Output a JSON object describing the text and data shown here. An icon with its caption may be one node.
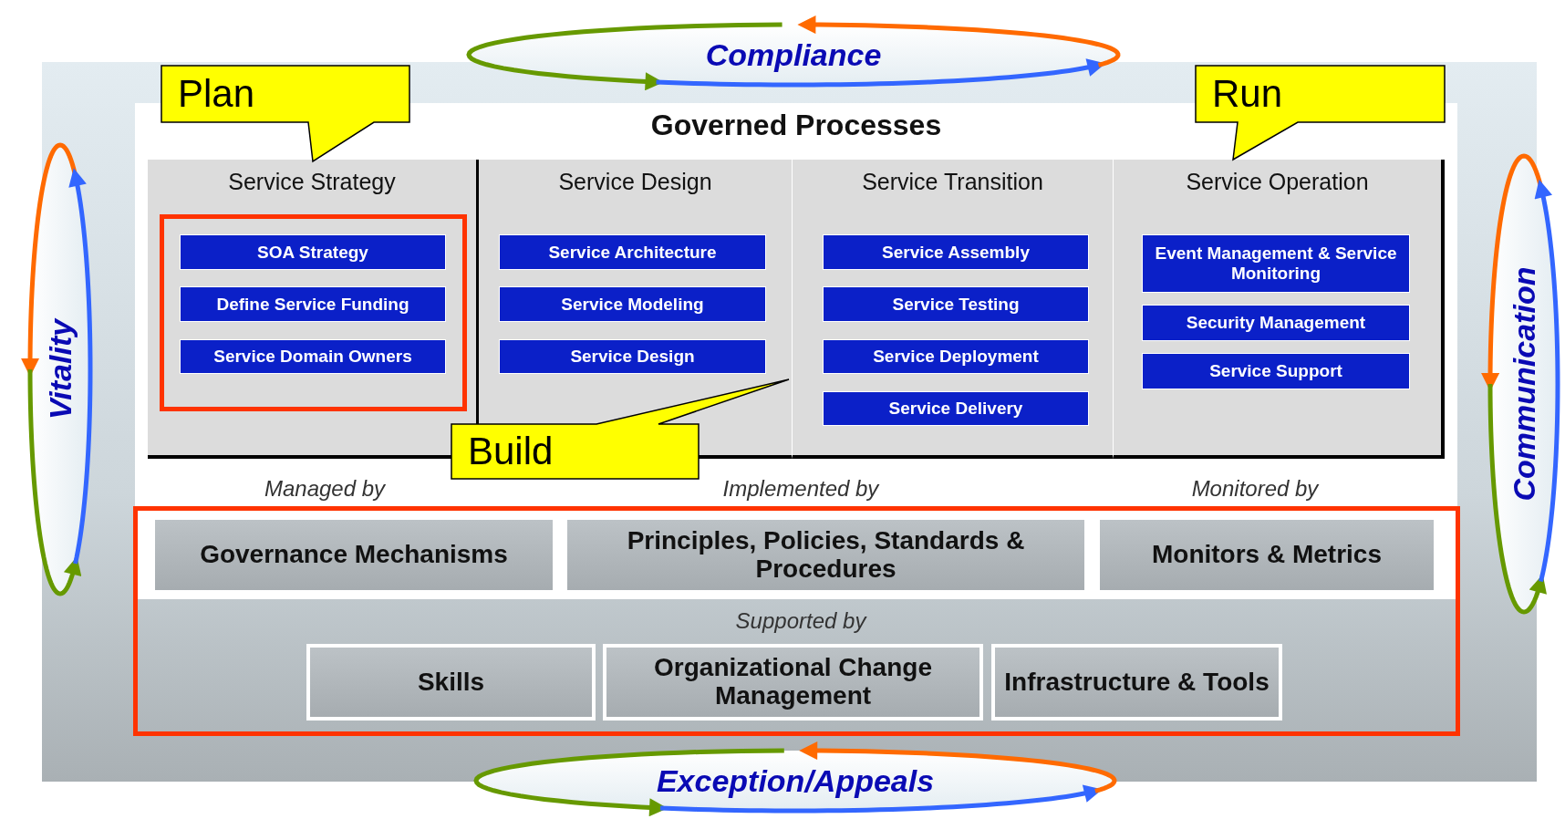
{
  "diagram": {
    "nodes": [
      {
        "text": [
          "Compliance"
        ]
      },
      {
        "text": [
          "Vitality"
        ]
      },
      {
        "text": [
          "Communication"
        ]
      },
      {
        "text": [
          "Plan"
        ]
      },
      {
        "text": [
          "Run"
        ]
      },
      {
        "text": [
          "Governed Processes"
        ]
      },
      {
        "text": [
          "Service Strategy"
        ],
        "in": 5
      },
      {
        "text": [],
        "shape": "box",
        "in": 6
      },
      {
        "text": [
          "SOA Strategy"
        ],
        "in": 7
      },
      {
        "text": [
          "Define Service Funding"
        ],
        "in": 7
      },
      {
        "text": [
          "Service Domain Owners"
        ],
        "in": 7
      },
      {
        "text": [
          "Service Design"
        ],
        "in": 5
      },
      {
        "text": [
          "Service Architecture"
        ],
        "in": 11
      },
      {
        "text": [
          "Service Modeling"
        ],
        "in": 11
      },
      {
        "text": [
          "Service Design"
        ],
        "in": 11
      },
      {
        "text": [
          "Service Transition"
        ],
        "in": 5
      },
      {
        "text": [
          "Service Assembly"
        ],
        "in": 15
      },
      {
        "text": [
          "Service Testing"
        ],
        "in": 15
      },
      {
        "text": [
          "Service Deployment"
        ],
        "in": 15
      },
      {
        "text": [
          "Service Delivery"
        ],
        "in": 15
      },
      {
        "text": [
          "Service Operation"
        ],
        "in": 5
      },
      {
        "text": [
          "Event Management & Service Monitoring"
        ],
        "in": 20
      },
      {
        "text": [
          "Security Management"
        ],
        "in": 20
      },
      {
        "text": [
          "Service Support"
        ],
        "in": 20
      },
      {
        "text": [
          "Build"
        ],
        "in": 5
      },
      {
        "text": [],
        "shape": "box"
      },
      {
        "text": [
          "Governance Mechanisms"
        ]
      },
      {
        "text": [
          "Principles, Policies, Standards & Procedures"
        ]
      },
      {
        "text": [
          "Monitors & Metrics"
        ]
      },
      {
        "text": [
          "Skills"
        ],
        "in": 25
      },
      {
        "text": [
          "Organizational Change Management"
        ],
        "in": 25
      },
      {
        "text": [
          "Infrastructure & Tools"
        ],
        "in": 25
      },
      {
        "text": [
          "Exception/Appeals"
        ]
      }
    ],
    "labels": [
      "Managed by",
      "Implemented by",
      "Monitored by",
      "Supported by"
    ]
  }
}
